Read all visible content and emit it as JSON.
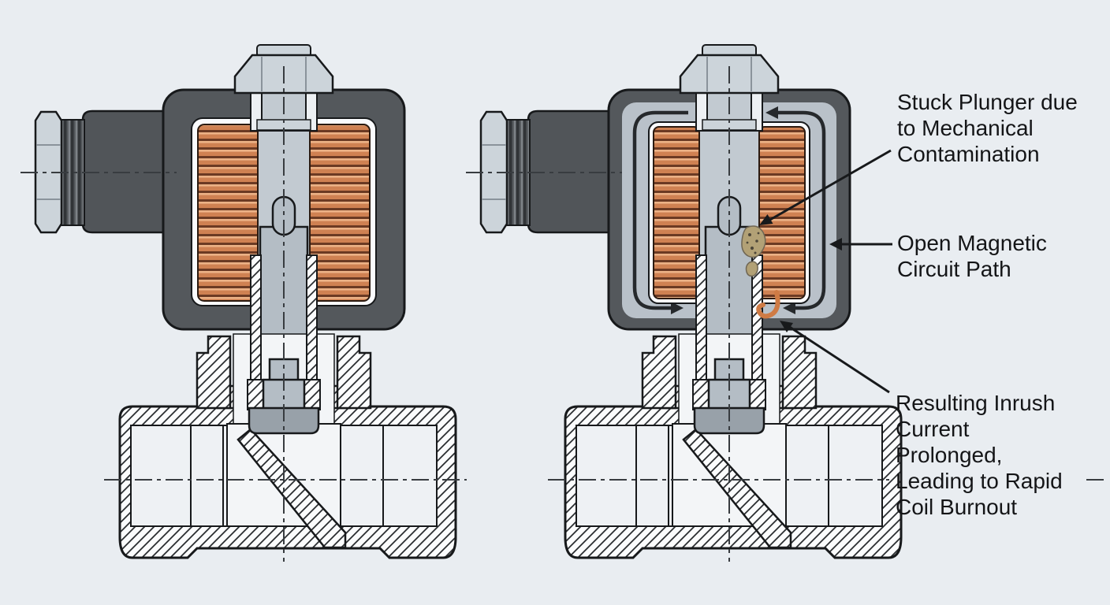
{
  "annotations": {
    "stuck_plunger": {
      "lines": [
        "Stuck Plunger due",
        "to Mechanical",
        "Contamination"
      ]
    },
    "open_magnetic": {
      "lines": [
        "Open Magnetic",
        "Circuit Path"
      ]
    },
    "inrush_burnout": {
      "lines": [
        "Resulting Inrush",
        "Current",
        "Prolonged,",
        "Leading to Rapid",
        "Coil Burnout"
      ]
    }
  },
  "colors": {
    "background": "#e9edf1",
    "housing_dark": "#54585c",
    "housing_band": "#b9c1c9",
    "metal_light": "#ccd4da",
    "metal_mid": "#c2cad1",
    "plunger": "#b4bdc5",
    "coil_copper": "#cf8152",
    "coil_dark": "#6b3a23",
    "coil_highlight": "#ecb286",
    "hatch_bg": "#fbfcfd",
    "hatch_line": "#2b2e31",
    "cavity": "#eef1f4",
    "chamber": "#f3f5f7",
    "seal": "#98a1a9",
    "contamination": "#b2a176",
    "contamination_dot": "#4c4639",
    "burnt_wire": "#cf7b45",
    "outline": "#17191b",
    "centerline": "#383c40",
    "leader": "#17191b",
    "text": "#141517"
  }
}
